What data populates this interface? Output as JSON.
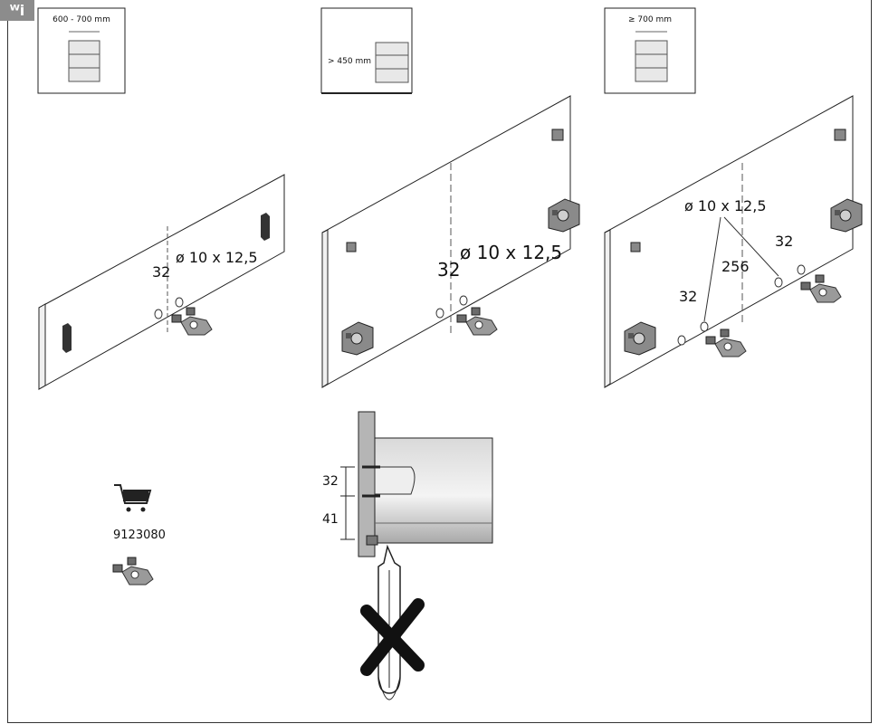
{
  "corner_tab": {
    "label": "ᵂi",
    "icon": "wurth-symbol-icon"
  },
  "variants": [
    {
      "id": "a",
      "width_label": "600 - 700 mm",
      "hole_label": "ø 10 x 12,5",
      "spacing": "32"
    },
    {
      "id": "b",
      "height_label": "> 450 mm",
      "hole_label": "ø 10 x 12,5",
      "spacing": "32"
    },
    {
      "id": "c",
      "width_label": "≥ 700 mm",
      "hole_label": "ø 10 x 12,5",
      "spacing_small": "32",
      "spacing_top": "32",
      "spacing_between": "256"
    }
  ],
  "accessory": {
    "icon": "shopping-cart-icon",
    "article_number": "9123080"
  },
  "side_view": {
    "dim_upper": "32",
    "dim_lower": "41",
    "warning_icon": "x-mark-prohibited-icon"
  }
}
